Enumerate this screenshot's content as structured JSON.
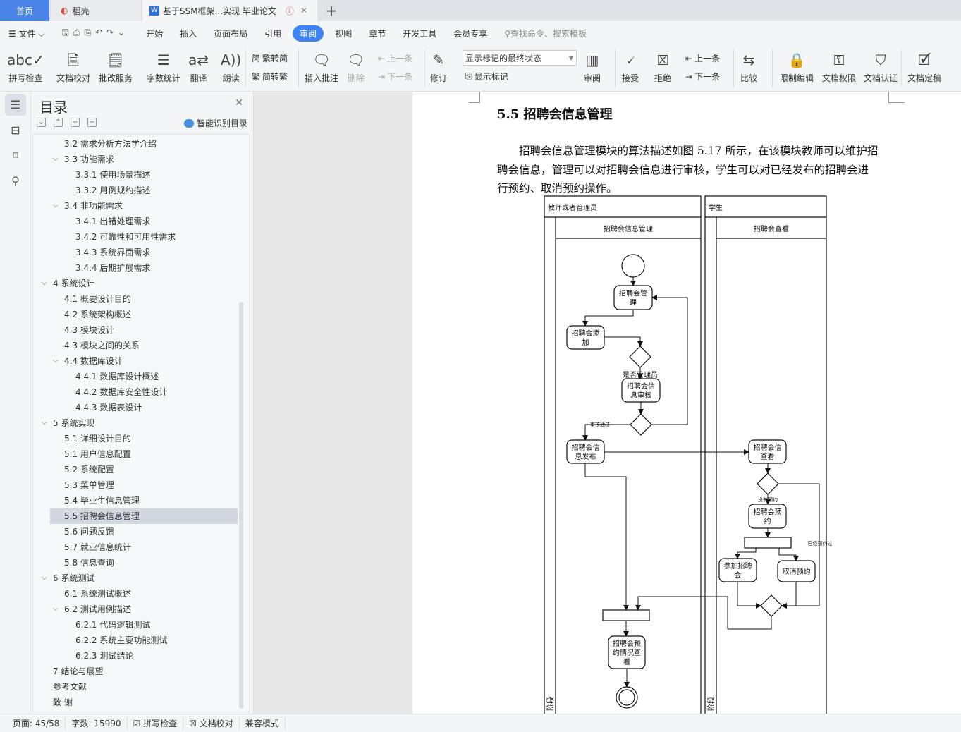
{
  "tabs": {
    "home": "首页",
    "daoke": "稻壳",
    "doc": "基于SSM框架...实现 毕业论文",
    "new": "+"
  },
  "menu": {
    "file": "文件",
    "items": [
      "开始",
      "插入",
      "页面布局",
      "引用",
      "审阅",
      "视图",
      "章节",
      "开发工具",
      "会员专享"
    ],
    "active": "审阅",
    "search_placeholder": "查找命令、搜索模板"
  },
  "ribbon": {
    "spell": "拼写检查",
    "proof": "文档校对",
    "correct": "批改服务",
    "count": "字数统计",
    "translate": "翻译",
    "read": "朗读",
    "t2s": "繁转简",
    "s2t": "简转繁",
    "insert_comment": "插入批注",
    "delete": "删除",
    "prev_comment": "上一条",
    "next_comment": "下一条",
    "revise": "修订",
    "display_mode": "显示标记的最终状态",
    "show_marks": "显示标记",
    "review": "审阅",
    "accept": "接受",
    "reject": "拒绝",
    "prev": "上一条",
    "next": "下一条",
    "compare": "比较",
    "restrict": "限制编辑",
    "permission": "文档权限",
    "certify": "文档认证",
    "finalize": "文档定稿"
  },
  "toc": {
    "title": "目录",
    "smart": "智能识别目录",
    "items": [
      {
        "label": "3.2  需求分析方法学介绍",
        "level": 2,
        "chev": false
      },
      {
        "label": "3.3 功能需求",
        "level": 2,
        "chev": true
      },
      {
        "label": "3.3.1 使用场景描述",
        "level": 3,
        "chev": false
      },
      {
        "label": "3.3.2 用例规约描述",
        "level": 3,
        "chev": false
      },
      {
        "label": "3.4  非功能需求",
        "level": 2,
        "chev": true
      },
      {
        "label": "3.4.1  出错处理需求",
        "level": 3,
        "chev": false
      },
      {
        "label": "3.4.2  可靠性和可用性需求",
        "level": 3,
        "chev": false
      },
      {
        "label": "3.4.3  系统界面需求",
        "level": 3,
        "chev": false
      },
      {
        "label": "3.4.4  后期扩展需求",
        "level": 3,
        "chev": false
      },
      {
        "label": "4  系统设计",
        "level": 1,
        "chev": true
      },
      {
        "label": "4.1  概要设计目的",
        "level": 2,
        "chev": false
      },
      {
        "label": "4.2  系统架构概述",
        "level": 2,
        "chev": false
      },
      {
        "label": "4.3  模块设计",
        "level": 2,
        "chev": false
      },
      {
        "label": "4.3  模块之间的关系",
        "level": 2,
        "chev": false
      },
      {
        "label": "4.4  数据库设计",
        "level": 2,
        "chev": true
      },
      {
        "label": "4.4.1  数据库设计概述",
        "level": 3,
        "chev": false
      },
      {
        "label": "4.4.2  数据库安全性设计",
        "level": 3,
        "chev": false
      },
      {
        "label": "4.4.3  数据表设计",
        "level": 3,
        "chev": false
      },
      {
        "label": "5  系统实现",
        "level": 1,
        "chev": true
      },
      {
        "label": "5.1  详细设计目的",
        "level": 2,
        "chev": false
      },
      {
        "label": "5.1  用户信息配置",
        "level": 2,
        "chev": false
      },
      {
        "label": "5.2  系统配置",
        "level": 2,
        "chev": false
      },
      {
        "label": "5.3  菜单管理",
        "level": 2,
        "chev": false
      },
      {
        "label": "5.4  毕业生信息管理",
        "level": 2,
        "chev": false
      },
      {
        "label": "5.5  招聘会信息管理",
        "level": 2,
        "chev": false,
        "selected": true
      },
      {
        "label": "5.6  问题反馈",
        "level": 2,
        "chev": false
      },
      {
        "label": "5.7  就业信息统计",
        "level": 2,
        "chev": false
      },
      {
        "label": "5.8  信息查询",
        "level": 2,
        "chev": false
      },
      {
        "label": "6  系统测试",
        "level": 1,
        "chev": true
      },
      {
        "label": "6.1  系统测试概述",
        "level": 2,
        "chev": false
      },
      {
        "label": "6.2  测试用例描述",
        "level": 2,
        "chev": true
      },
      {
        "label": "6.2.1  代码逻辑测试",
        "level": 3,
        "chev": false
      },
      {
        "label": "6.2.2  系统主要功能测试",
        "level": 3,
        "chev": false
      },
      {
        "label": "6.2.3  测试结论",
        "level": 3,
        "chev": false
      },
      {
        "label": "7 结论与展望",
        "level": 1,
        "chev": false
      },
      {
        "label": "参考文献",
        "level": 1,
        "chev": false
      },
      {
        "label": "致  谢",
        "level": 1,
        "chev": false
      }
    ]
  },
  "doc": {
    "heading": "5.5  招聘会信息管理",
    "lines": [
      "　　招聘会信息管理模块的算法描述如图 5.17 所示，在该模块教师可以维护招",
      "聘会信息，管理可以对招聘会信息进行审核，学生可以对已经发布的招聘会进",
      "行预约、取消预约操作。"
    ]
  },
  "diagram": {
    "lane1": "教师或者管理员",
    "lane2": "学生",
    "sub1": "招聘会信息管理",
    "sub2": "招聘会查看",
    "stage": "阶段",
    "nodes": {
      "manage": [
        "招聘会管",
        "理"
      ],
      "add": [
        "招聘会添",
        "加"
      ],
      "audit": [
        "招聘会信",
        "息审核"
      ],
      "publish": [
        "招聘会信",
        "息发布"
      ],
      "view": [
        "招聘会信",
        "查看"
      ],
      "reserve": [
        "招聘会预",
        "约"
      ],
      "attend": [
        "参加招聘",
        "会"
      ],
      "cancel": [
        "取消预约"
      ],
      "check": [
        "招聘会预",
        "约情况查",
        "看"
      ]
    },
    "labels": {
      "is_admin": "是否管理员",
      "passed": "审核通过",
      "no_reserve": "没有预约",
      "reserved": "已经预约过"
    }
  },
  "status": {
    "page": "页面: 45/58",
    "words": "字数: 15990",
    "spell": "拼写检查",
    "proof": "文档校对",
    "compat": "兼容模式"
  }
}
